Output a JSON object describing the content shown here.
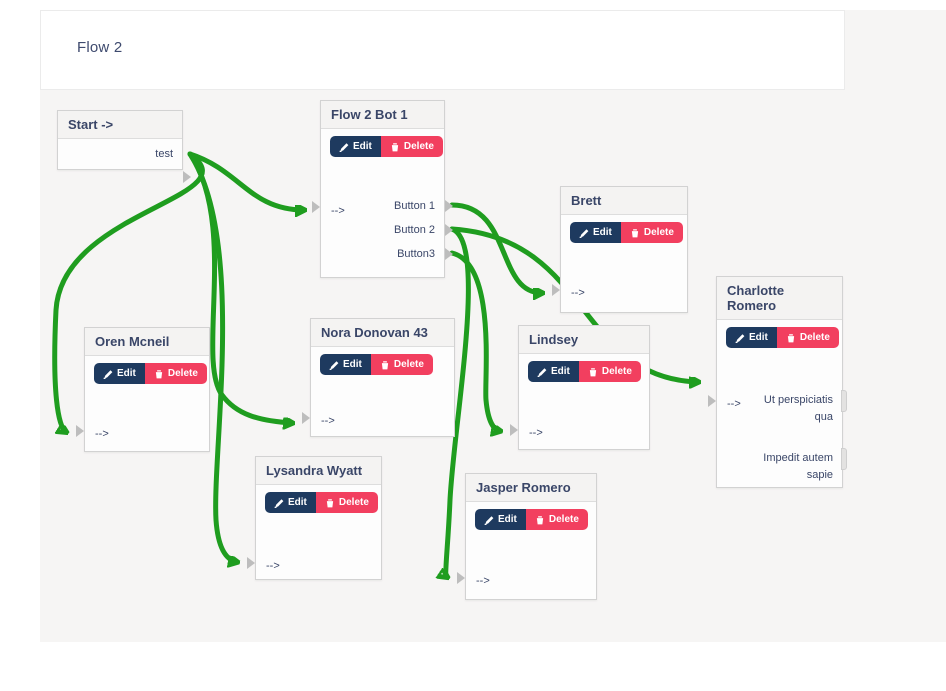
{
  "app": {
    "title": "Flow 2"
  },
  "labels": {
    "edit": "Edit",
    "delete": "Delete",
    "input_arrow": "-->"
  },
  "colors": {
    "edge_green": "#1f9d1f",
    "edit_button": "#1e3a5f",
    "delete_button": "#f23f5f",
    "node_text": "#3a4668",
    "canvas_bg": "#f6f5f4"
  },
  "nodes": [
    {
      "id": "start",
      "title": "Start ->",
      "outputs": [
        "test"
      ]
    },
    {
      "id": "flow-2-bot-1",
      "title": "Flow 2 Bot 1",
      "outputs": [
        "Button 1",
        "Button 2",
        "Button3"
      ]
    },
    {
      "id": "brett",
      "title": "Brett",
      "outputs": []
    },
    {
      "id": "charlotte-romero",
      "title": "Charlotte Romero",
      "outputs": [
        "Ut perspiciatis qua",
        "Impedit autem sapie"
      ]
    },
    {
      "id": "oren-mcneil",
      "title": "Oren Mcneil",
      "outputs": []
    },
    {
      "id": "nora-donovan-43",
      "title": "Nora Donovan 43",
      "outputs": []
    },
    {
      "id": "lindsey",
      "title": "Lindsey",
      "outputs": []
    },
    {
      "id": "lysandra-wyatt",
      "title": "Lysandra Wyatt",
      "outputs": []
    },
    {
      "id": "jasper-romero",
      "title": "Jasper Romero",
      "outputs": []
    }
  ],
  "edges": [
    {
      "from": "start.test",
      "to": "flow-2-bot-1.input"
    },
    {
      "from": "start.test",
      "to": "oren-mcneil.input"
    },
    {
      "from": "start.test",
      "to": "nora-donovan-43.input"
    },
    {
      "from": "start.test",
      "to": "lysandra-wyatt.input"
    },
    {
      "from": "flow-2-bot-1.Button 1",
      "to": "brett.input"
    },
    {
      "from": "flow-2-bot-1.Button 2",
      "to": "charlotte-romero.input"
    },
    {
      "from": "flow-2-bot-1.Button 2",
      "to": "jasper-romero.input"
    },
    {
      "from": "flow-2-bot-1.Button3",
      "to": "lindsey.input"
    }
  ]
}
